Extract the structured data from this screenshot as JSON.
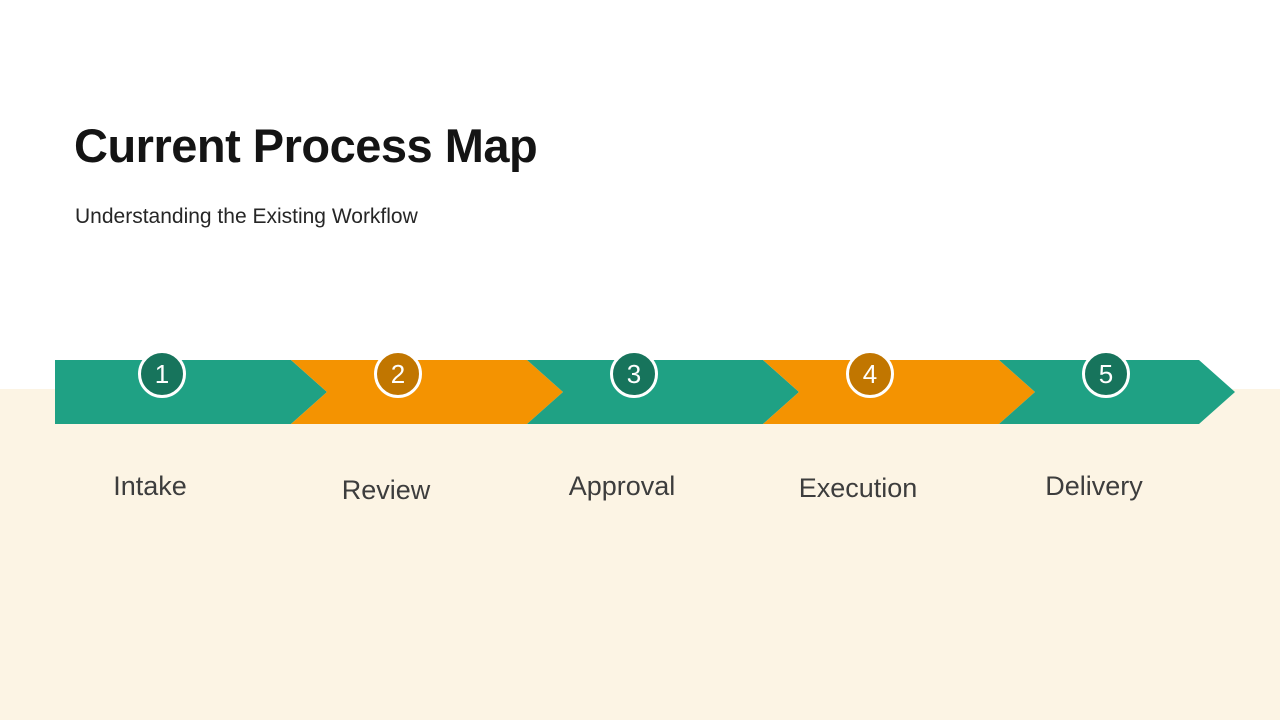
{
  "slide": {
    "title": "Current Process Map",
    "subtitle": "Understanding the Existing Workflow",
    "background_top_color": "#FFFFFF",
    "background_bottom_color": "#FCF4E4"
  },
  "process": {
    "steps": [
      {
        "number": "1",
        "label": "Intake",
        "segment_color": "#1FA184",
        "badge_color": "#17745C"
      },
      {
        "number": "2",
        "label": "Review",
        "segment_color": "#F49301",
        "badge_color": "#C17600"
      },
      {
        "number": "3",
        "label": "Approval",
        "segment_color": "#1FA184",
        "badge_color": "#17745C"
      },
      {
        "number": "4",
        "label": "Execution",
        "segment_color": "#F49301",
        "badge_color": "#C17600"
      },
      {
        "number": "5",
        "label": "Delivery",
        "segment_color": "#1FA184",
        "badge_color": "#17745C"
      }
    ]
  }
}
